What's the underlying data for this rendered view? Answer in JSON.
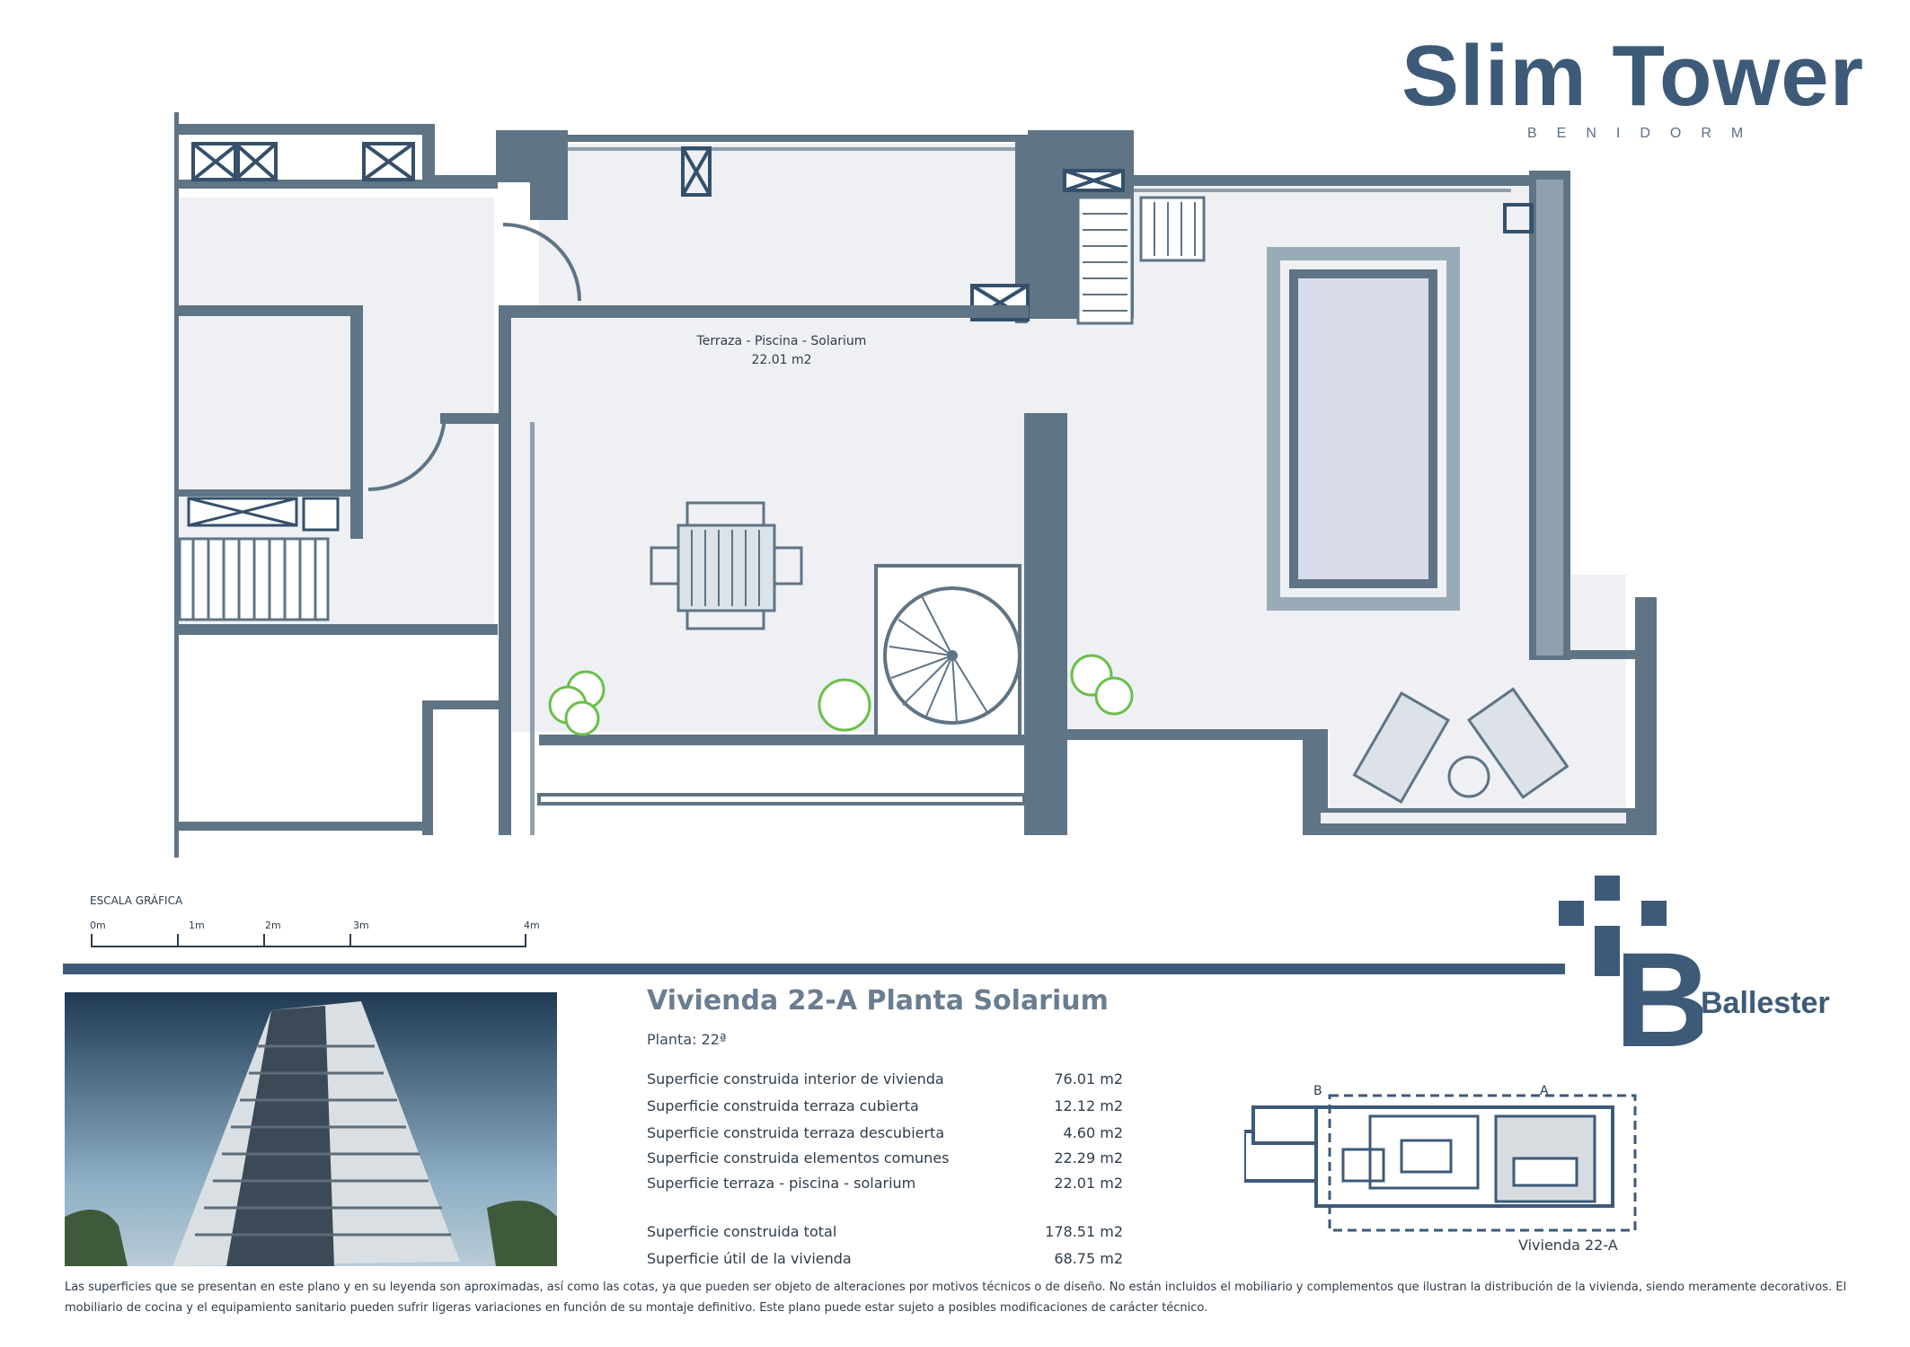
{
  "brand": {
    "title": "Slim Tower",
    "subtitle": "BENIDORM"
  },
  "plan": {
    "room_label": "Terraza - Piscina - Solarium",
    "room_area": "22.01 m2"
  },
  "scale_bar": {
    "label": "ESCALA GRÁFICA",
    "ticks": [
      "0m",
      "1m",
      "2m",
      "3m",
      "4m"
    ]
  },
  "unit": {
    "title": "Vivienda 22-A   Planta Solarium",
    "floor": "Planta: 22ª",
    "areas": [
      {
        "label": "Superficie construida interior de vivienda",
        "value": "76.01 m2"
      },
      {
        "label": "Superficie construida terraza cubierta",
        "value": "12.12 m2"
      },
      {
        "label": "Superficie construida terraza descubierta",
        "value": "4.60 m2"
      },
      {
        "label": "Superficie construida elementos comunes",
        "value": "22.29 m2"
      },
      {
        "label": "Superficie terraza - piscina - solarium",
        "value": "22.01 m2"
      },
      {
        "label": "Superficie construida total",
        "value": "178.51 m2"
      },
      {
        "label": "Superficie útil de la vivienda",
        "value": "68.75 m2"
      }
    ]
  },
  "key_plan": {
    "label": "Vivienda 22-A",
    "mark_b": "B",
    "mark_a": "A"
  },
  "developer": {
    "name": "Ballester"
  },
  "disclaimer": "Las superficies que se presentan en este plano y en su leyenda son aproximadas, así como las cotas, ya que pueden ser objeto de alteraciones por motivos técnicos o de diseño. No están incluidos el mobiliario y complementos que ilustran la distribución de la vivienda, siendo meramente decorativos. El mobiliario de cocina y el equipamiento sanitario pueden sufrir ligeras variaciones en función de su montaje definitivo. Este plano puede estar sujeto a posibles modificaciones de carácter técnico.",
  "colors": {
    "wall": "#5f7484",
    "floor": "#eef0f3",
    "pool": "#d9dcea",
    "accent": "#3d5a78",
    "plant": "#6bbf4a"
  }
}
